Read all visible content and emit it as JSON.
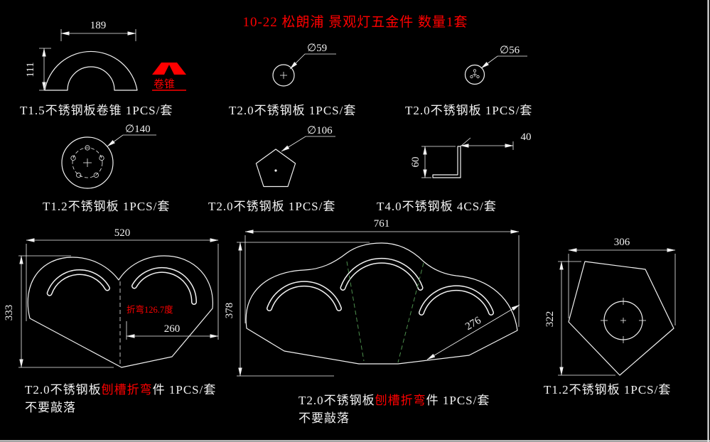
{
  "title": "10-22 松朗浦 景观灯五金件 数量1套",
  "colors": {
    "background": "#000000",
    "line": "#f2f2f2",
    "accent": "#ff0000",
    "dash": "#4d8f4d"
  },
  "parts": {
    "arch": {
      "width": "189",
      "height": "111",
      "cone_mark": "卷锥",
      "label": "T1.5不锈钢板卷锥 1PCS/套"
    },
    "disc59": {
      "dia": "∅59",
      "label": "T2.0不锈钢板 1PCS/套"
    },
    "disc56": {
      "dia": "∅56",
      "label": "T2.0不锈钢板 1PCS/套"
    },
    "flange140": {
      "dia": "∅140",
      "label": "T1.2不锈钢板 1PCS/套"
    },
    "pent106": {
      "dia": "∅106",
      "label": "T2.0不锈钢板 1PCS/套"
    },
    "bracket": {
      "width": "40",
      "height": "60",
      "label": "T4.0不锈钢板 4CS/套"
    },
    "heart": {
      "width": "520",
      "height": "333",
      "inner_width": "260",
      "bend_note": "折弯126.7度",
      "label_prefix": "T2.0不锈钢板",
      "label_red": "刨槽折弯",
      "label_suffix": "件 1PCS/套",
      "note": "不要敲落"
    },
    "triple": {
      "width": "761",
      "height": "378",
      "diag": "276",
      "label_prefix": "T2.0不锈钢板",
      "label_red": "刨槽折弯",
      "label_suffix": "件 1PCS/套",
      "note": "不要敲落"
    },
    "pent306": {
      "width": "306",
      "height": "322",
      "label": "T1.2不锈钢板 1PCS/套"
    }
  }
}
